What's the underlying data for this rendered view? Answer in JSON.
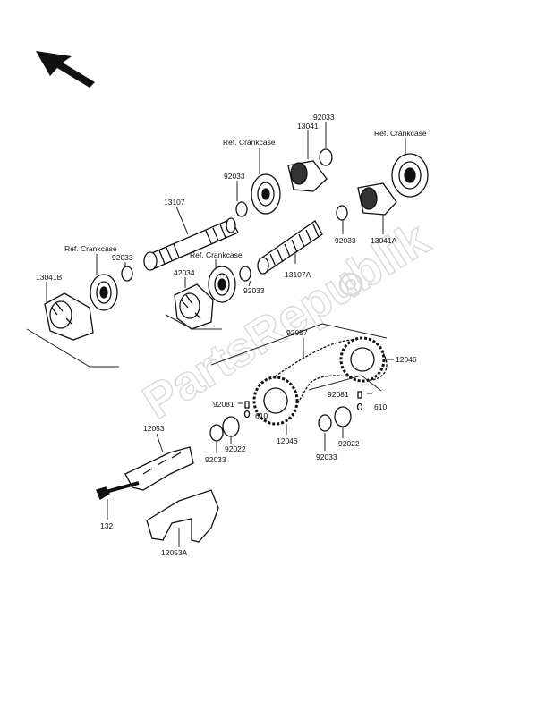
{
  "watermark": {
    "text": "PartsRepublik"
  },
  "labels": {
    "p13041": "13041",
    "p92033_top": "92033",
    "ref_crankcase_top_left": "Ref. Crankcase",
    "ref_crankcase_top_right": "Ref. Crankcase",
    "p92033_upper": "92033",
    "p13107": "13107",
    "ref_crankcase_left": "Ref. Crankcase",
    "p92033_left": "92033",
    "p13041B": "13041B",
    "ref_crankcase_mid": "Ref. Crankcase",
    "p42034": "42034",
    "p92033_mid": "92033",
    "p13107A": "13107A",
    "p92033_right": "92033",
    "p13041A": "13041A",
    "p92057": "92057",
    "p12046_right": "12046",
    "p92081_left": "92081",
    "p610_left": "610",
    "p92081_right": "92081",
    "p610_right": "610",
    "p12046_mid": "12046",
    "p92022_left": "92022",
    "p92033_bl": "92033",
    "p92022_right": "92022",
    "p92033_br": "92033",
    "p12053": "12053",
    "p132": "132",
    "p12053A": "12053A"
  }
}
